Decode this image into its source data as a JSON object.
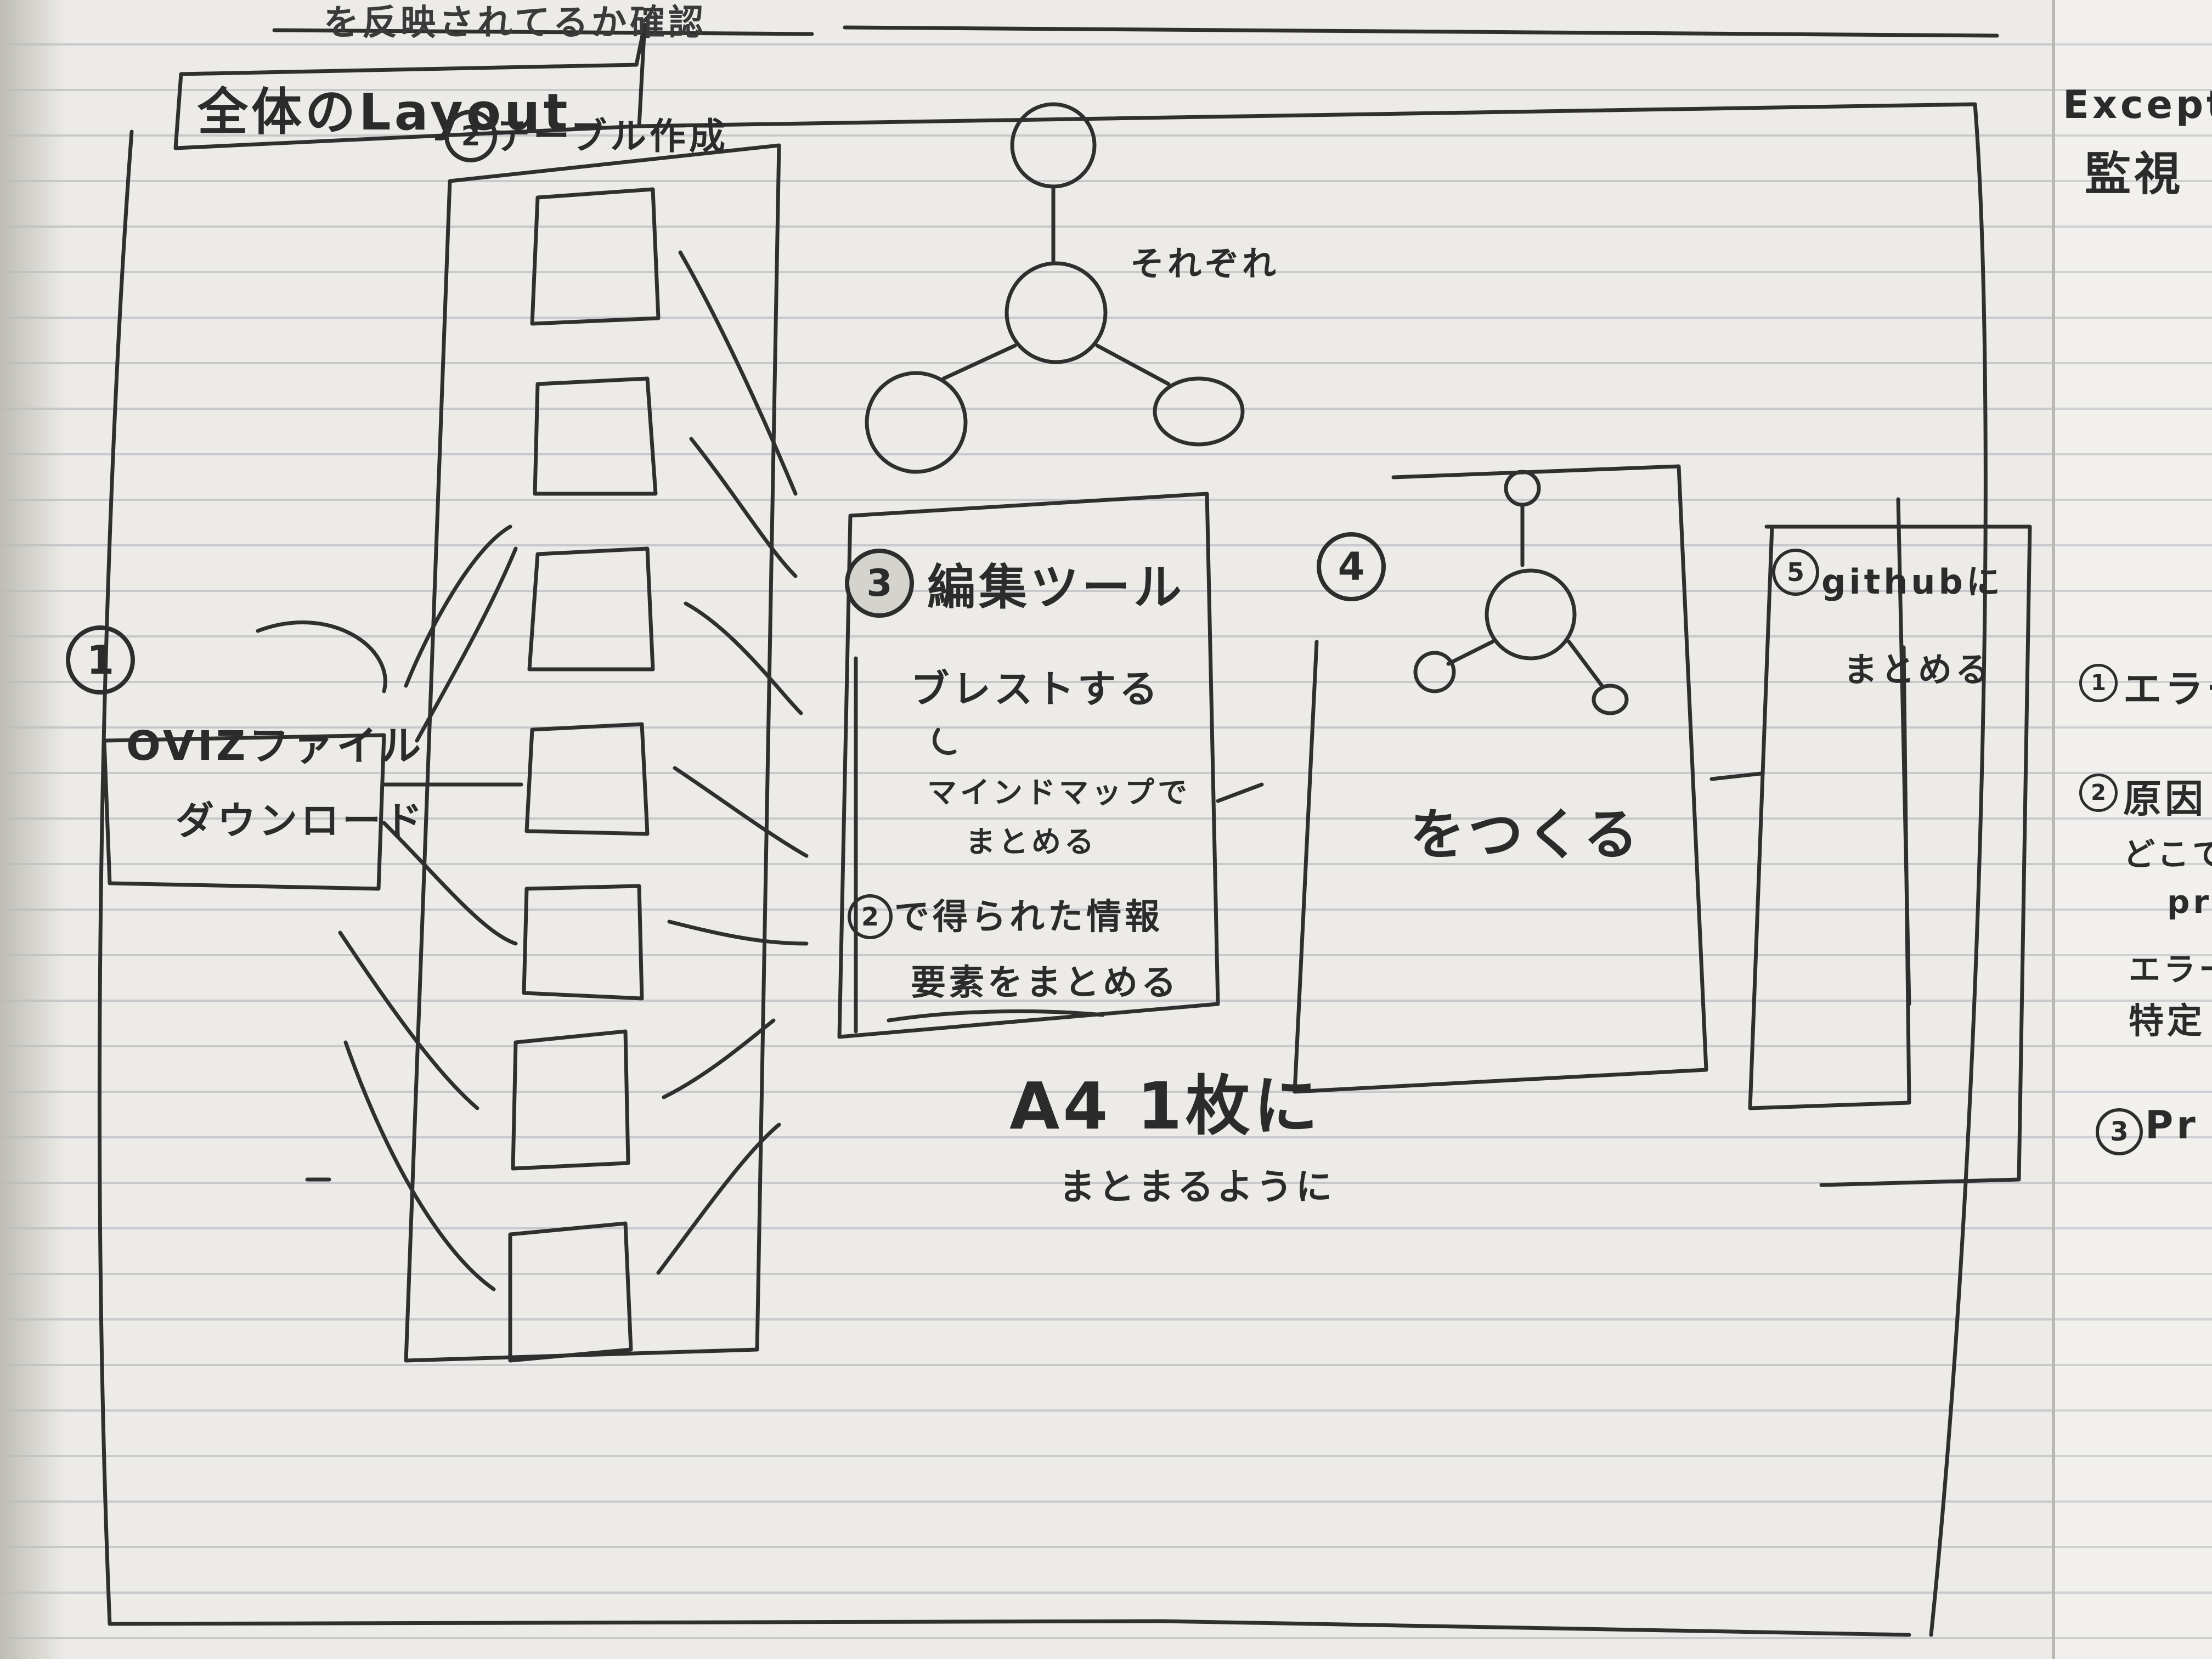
{
  "title_box": {
    "label": "全体のLayout"
  },
  "header_scribble": {
    "text": "を反映されてるか確認"
  },
  "steps": [
    {
      "num": "1",
      "line1": "OVIZファイル",
      "line2": "ダウンロード"
    },
    {
      "num": "2",
      "text": "テーブル作成"
    },
    {
      "num": "3",
      "title": "編集ツール",
      "line_a": "ブレストする",
      "line_b": "マインドマップで",
      "line_c": "まとめる",
      "sub_num": "2",
      "line_d": "で得られた情報",
      "line_e": "要素をまとめる"
    },
    {
      "num": "4",
      "text": "をつくる"
    },
    {
      "num": "5",
      "line1": "githubに",
      "line2": "まとめる"
    }
  ],
  "tree_top_label": "それぞれ",
  "a4_note": {
    "line1": "A4 1枚に",
    "line2": "まとまるように"
  },
  "right_page": {
    "top": "Exception",
    "top2": "監視",
    "items": [
      {
        "num": "1",
        "text": "エラー"
      },
      {
        "num": "2",
        "text": "原因"
      },
      {
        "num": "",
        "text": "どこで"
      },
      {
        "num": "",
        "text": "pri"
      },
      {
        "num": "",
        "text": "エラー"
      },
      {
        "num": "",
        "text": "特定"
      },
      {
        "num": "3",
        "text": "Pr"
      }
    ]
  }
}
